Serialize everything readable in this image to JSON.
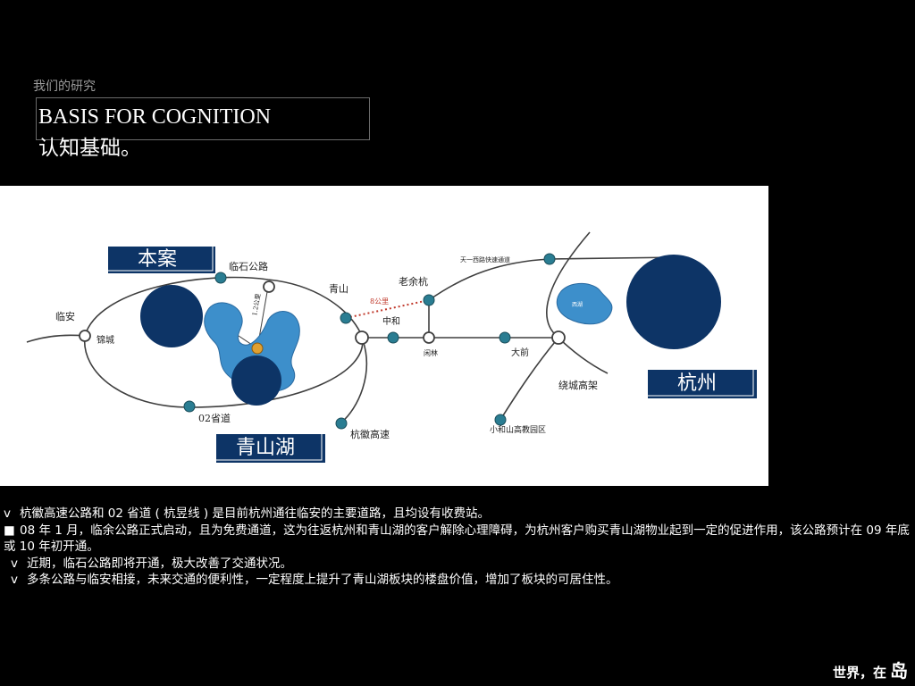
{
  "header": {
    "section_label": "我们的研究",
    "title_en": "BASIS FOR COGNITION",
    "title_zh": "认知基础。"
  },
  "map": {
    "banners": {
      "project": "本案",
      "hangzhou": "杭州",
      "qingshanhu": "青山湖"
    },
    "labels": {
      "linan": "临安",
      "jincheng": "锦城",
      "linshi_road": "临石公路",
      "qingshan": "青山",
      "laoyuhang": "老余杭",
      "xianlin": "闲林",
      "road_02": "02省道",
      "hanghui_expressway": "杭徽高速",
      "xiaoheshan": "小和山高教园区",
      "raocheng": "绕城高架",
      "daqian": "大前",
      "zhonghe": "中和",
      "dongdi": "西湖",
      "fast_road": "天一西路快速通道",
      "distance": "8公里",
      "distance_1": "1.2公里"
    },
    "colors": {
      "dark_blue": "#0d3466",
      "lake_blue": "#3d8fcb",
      "node_teal": "#2a7d92",
      "road_line": "#3f3f3f",
      "connector": "#c0392b"
    }
  },
  "notes": [
    {
      "bullet": "v",
      "text": "杭徽高速公路和 02 省道 ( 杭昱线 ) 是目前杭州通往临安的主要道路，且均设有收费站。"
    },
    {
      "bullet": "■",
      "text": "08 年 1 月，临余公路正式启动，且为免费通道，这为往返杭州和青山湖的客户解除心理障碍，为杭州客户购买青山湖物业起到一定的促进作用，该公路预计在 09 年底或 10 年初开通。"
    },
    {
      "bullet": "v",
      "text": "近期，临石公路即将开通，极大改善了交通状况。"
    },
    {
      "bullet": "v",
      "text": "多条公路与临安相接，未来交通的便利性，一定程度上提升了青山湖板块的楼盘价值，增加了板块的可居住性。"
    }
  ],
  "brand": {
    "text": "世界，在",
    "seal": "岛"
  }
}
